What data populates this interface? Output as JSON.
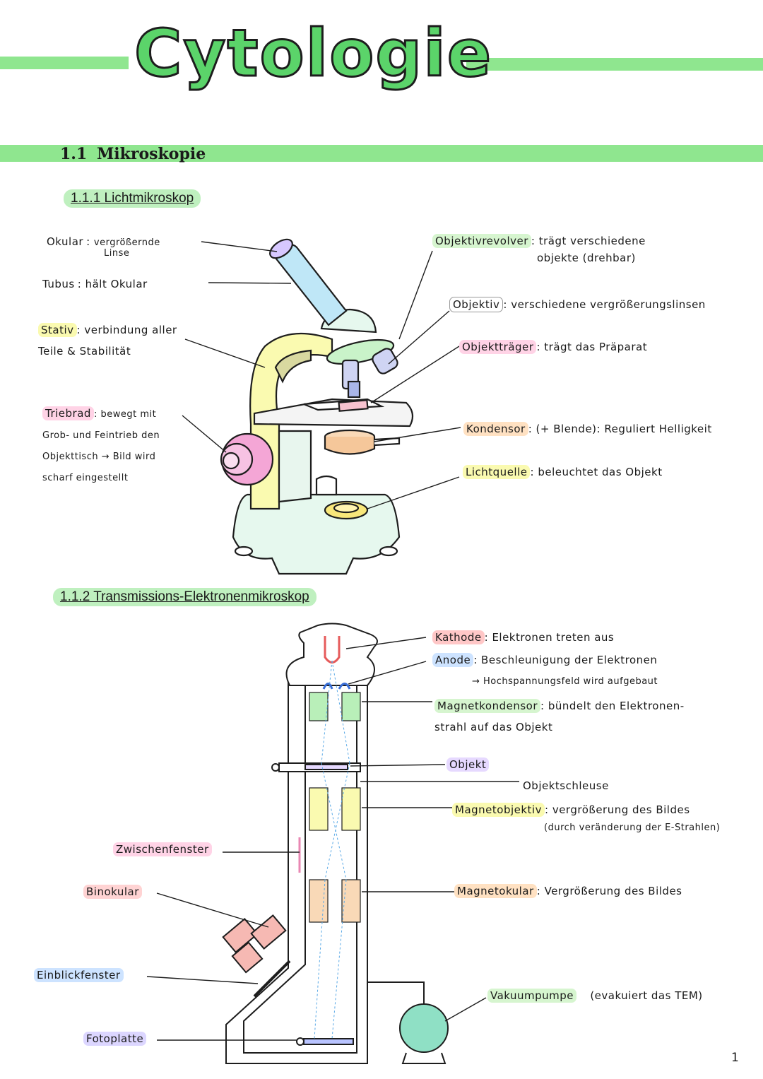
{
  "title": "Cytologie",
  "section": {
    "number": "1.1",
    "label": "Mikroskopie"
  },
  "light": {
    "heading": "1.1.1 Lichtmikroskop",
    "left_labels": [
      {
        "term": "Okular",
        "sep": ":",
        "desc": "vergrößernde",
        "desc2": "Linse",
        "color": "#ffffff"
      },
      {
        "term": "Tubus",
        "sep": ":",
        "desc": "hält Okular",
        "desc2": "",
        "color": "#ffffff"
      },
      {
        "term": "Stativ",
        "sep": ":",
        "desc": "verbindung aller",
        "desc2": "Teile & Stabilität",
        "color": "#fbfbb0"
      },
      {
        "term": "Triebrad",
        "sep": ":",
        "desc": "bewegt mit",
        "desc2": "Grob- und Feintrieb den",
        "desc3": "Objekttisch → Bild wird",
        "desc4": "scharf eingestellt",
        "color": "#ffd3e6"
      }
    ],
    "right_labels": [
      {
        "term": "Objektivrevolver",
        "sep": ":",
        "desc": "trägt verschiedene",
        "desc2": "objekte (drehbar)",
        "color": "#d6f5cf"
      },
      {
        "term": "Objektiv",
        "sep": ":",
        "desc": "verschiedene vergrößerungslinsen",
        "desc2": "",
        "color": "#ffffff"
      },
      {
        "term": "Objektträger",
        "sep": ":",
        "desc": "trägt das Präparat",
        "desc2": "",
        "color": "#ffd3e6"
      },
      {
        "term": "Kondensor",
        "sep": ":",
        "desc": "(+ Blende): Reguliert Helligkeit",
        "desc2": "",
        "color": "#ffe1c2"
      },
      {
        "term": "Lichtquelle",
        "sep": ":",
        "desc": "beleuchtet das Objekt",
        "desc2": "",
        "color": "#fbfbb0"
      }
    ]
  },
  "tem": {
    "heading": "1.1.2 Transmissions-Elektronenmikroskop",
    "right_labels": [
      {
        "term": "Kathode",
        "sep": ":",
        "desc": "Elektronen treten aus",
        "color": "#ffc7c7"
      },
      {
        "term": "Anode",
        "sep": ":",
        "desc": "Beschleunigung der Elektronen",
        "color": "#cde3ff"
      },
      {
        "term": "",
        "sep": "",
        "desc": "→ Hochspannungsfeld wird aufgebaut",
        "color": "#ffffff"
      },
      {
        "term": "Magnetkondensor",
        "sep": ":",
        "desc": "bündelt den Elektronen-",
        "desc2": "strahl auf das Objekt",
        "color": "#d6f5cf"
      },
      {
        "term": "Objekt",
        "sep": "",
        "desc": "",
        "color": "#e6d9ff"
      },
      {
        "term": "",
        "sep": "",
        "desc": "Objektschleuse",
        "color": "#ffffff"
      },
      {
        "term": "Magnetobjektiv",
        "sep": ":",
        "desc": "vergrößerung des Bildes",
        "desc2": "(durch veränderung der E-Strahlen)",
        "color": "#fbfbb0"
      },
      {
        "term": "Magnetokular",
        "sep": ":",
        "desc": "Vergrößerung des Bildes",
        "color": "#ffe1c2"
      },
      {
        "term": "Vakuumpumpe",
        "sep": "",
        "desc": "(evakuiert das TEM)",
        "color": "#d6f5cf"
      }
    ],
    "left_labels": [
      {
        "term": "Zwischenfenster",
        "color": "#ffd3e6"
      },
      {
        "term": "Binokular",
        "color": "#ffd3d3"
      },
      {
        "term": "Einblickfenster",
        "color": "#cde3ff"
      },
      {
        "term": "Fotoplatte",
        "color": "#dcd6ff"
      }
    ]
  },
  "page_number": "1",
  "colors": {
    "accent": "#8fe68f",
    "title_fill": "#5bd46a"
  }
}
